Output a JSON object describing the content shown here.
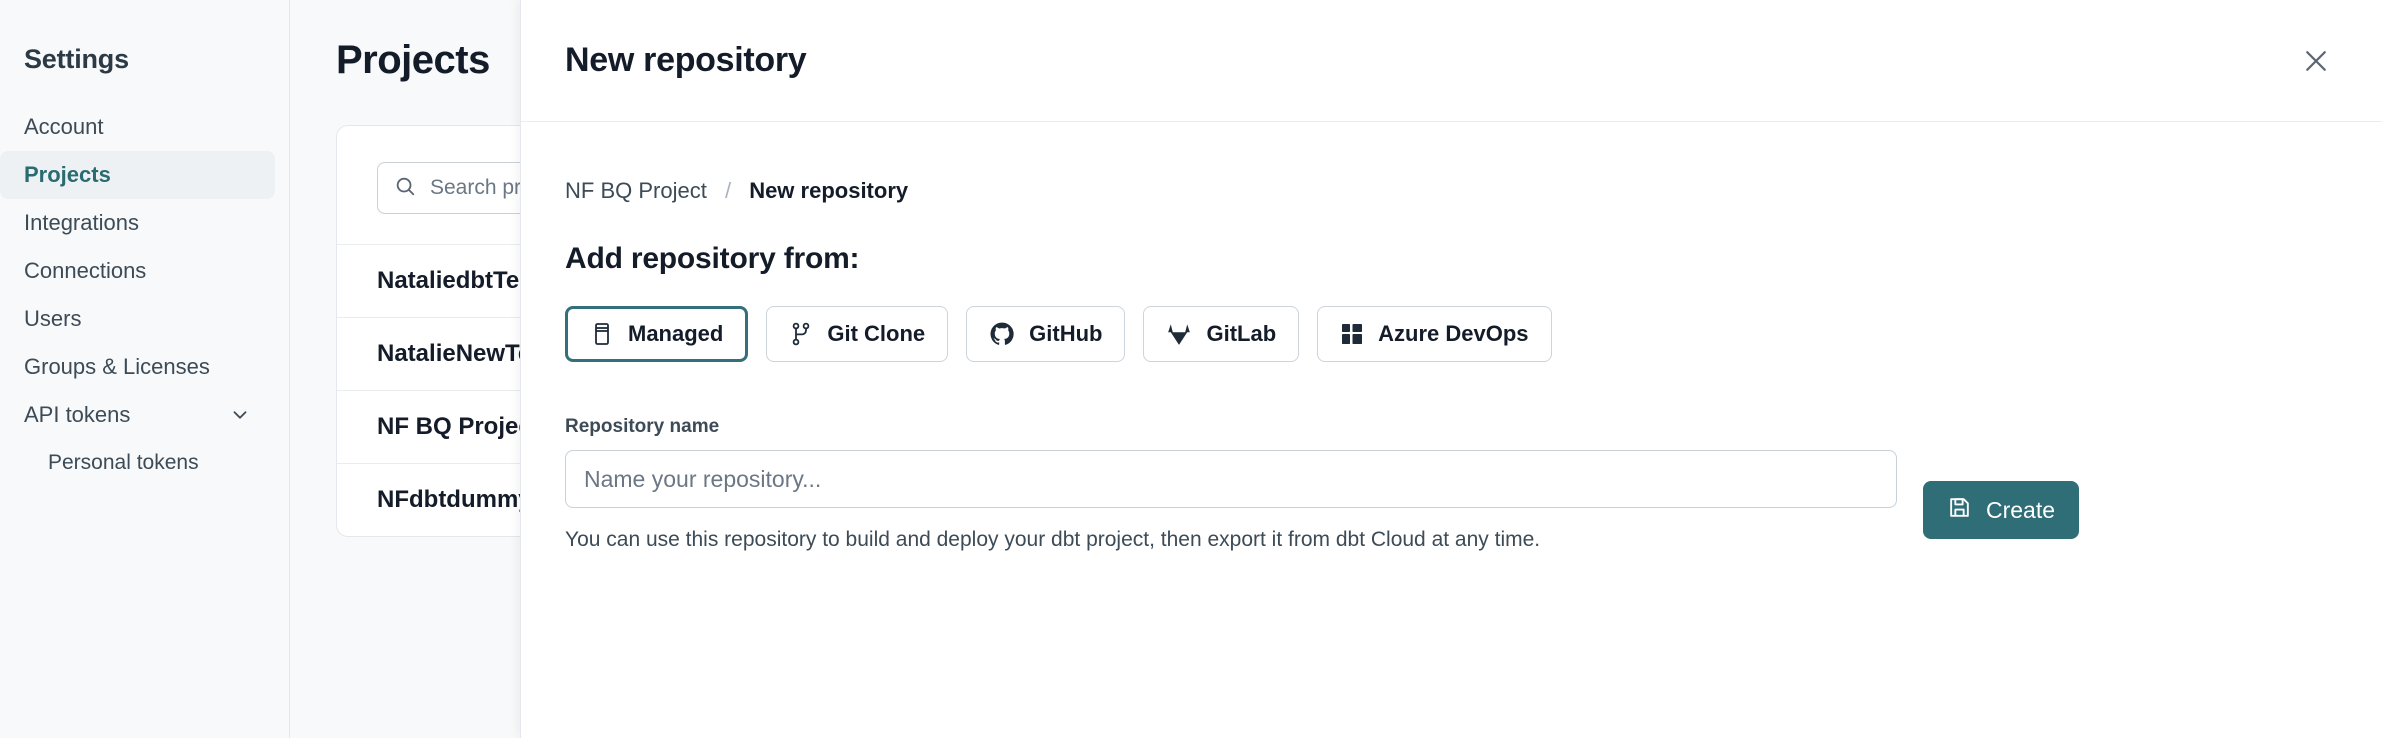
{
  "sidebar": {
    "title": "Settings",
    "items": [
      {
        "label": "Account",
        "active": false,
        "sub": false,
        "icon": null
      },
      {
        "label": "Projects",
        "active": true,
        "sub": false,
        "icon": null
      },
      {
        "label": "Integrations",
        "active": false,
        "sub": false,
        "icon": null
      },
      {
        "label": "Connections",
        "active": false,
        "sub": false,
        "icon": null
      },
      {
        "label": "Users",
        "active": false,
        "sub": false,
        "icon": null
      },
      {
        "label": "Groups & Licenses",
        "active": false,
        "sub": false,
        "icon": null
      },
      {
        "label": "API tokens",
        "active": false,
        "sub": false,
        "icon": "chevron-down-icon"
      },
      {
        "label": "Personal tokens",
        "active": false,
        "sub": true,
        "icon": null
      }
    ]
  },
  "main": {
    "page_title": "Projects",
    "search": {
      "placeholder": "Search projects by na",
      "icon": "search-icon"
    },
    "projects": [
      "NataliedbtTestLearn T",
      "NatalieNewTest",
      "NF BQ Project",
      "NFdbtdummyproject"
    ]
  },
  "modal": {
    "title": "New repository",
    "close_icon": "close-icon",
    "breadcrumb": {
      "parent": "NF BQ Project",
      "separator": "/",
      "current": "New repository"
    },
    "section_label": "Add repository from:",
    "sources": [
      {
        "label": "Managed",
        "icon": "database-icon",
        "selected": true
      },
      {
        "label": "Git Clone",
        "icon": "git-branch-icon",
        "selected": false
      },
      {
        "label": "GitHub",
        "icon": "github-icon",
        "selected": false
      },
      {
        "label": "GitLab",
        "icon": "gitlab-icon",
        "selected": false
      },
      {
        "label": "Azure DevOps",
        "icon": "azure-devops-icon",
        "selected": false
      }
    ],
    "repository_name": {
      "label": "Repository name",
      "value": "",
      "placeholder": "Name your repository..."
    },
    "create_button": {
      "label": "Create",
      "icon": "save-icon"
    },
    "help_text": "You can use this repository to build and deploy your dbt project, then export it from dbt Cloud at any time."
  },
  "colors": {
    "accent_teal": "#2f6d77",
    "selected_border": "#35707a",
    "text_dark": "#141c29",
    "text_muted": "#6b7785",
    "page_bg": "#f7f9fa"
  }
}
